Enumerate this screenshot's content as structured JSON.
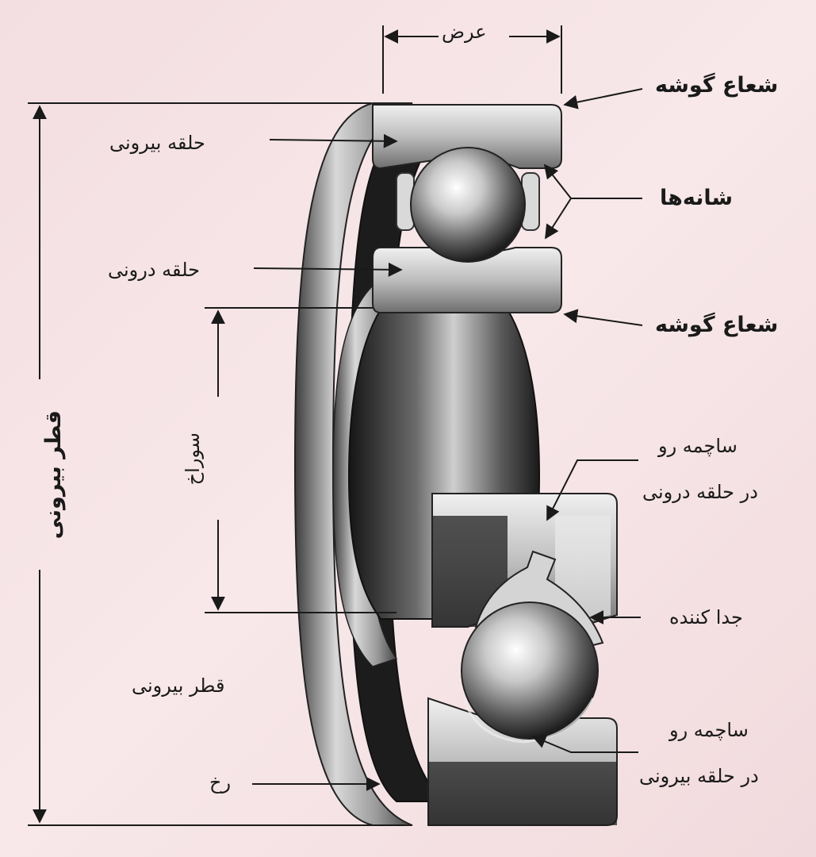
{
  "diagram": {
    "labels": {
      "width": "عرض",
      "corner_radius_top": "شعاع گوشه",
      "outer_ring": "حلقه بیرونی",
      "shoulders": "شانه‌ها",
      "inner_ring": "حلقه درونی",
      "corner_radius_mid": "شعاع گوشه",
      "bore": "سوراخ",
      "outer_diameter_vertical": "قطر بیرونی",
      "inner_raceway_line1": "ساچمه رو",
      "inner_raceway_line2": "در حلقه درونی",
      "separator": "جدا کننده",
      "outer_diameter_label": "قطر بیرونی",
      "outer_raceway_line1": "ساچمه رو",
      "outer_raceway_line2": "در حلقه بیرونی",
      "face": "رخ"
    },
    "colors": {
      "background": "#f6e4e6",
      "metal_light": "#e2e2e2",
      "metal_dark": "#2a2a2a",
      "line": "#1a1a1a"
    }
  }
}
